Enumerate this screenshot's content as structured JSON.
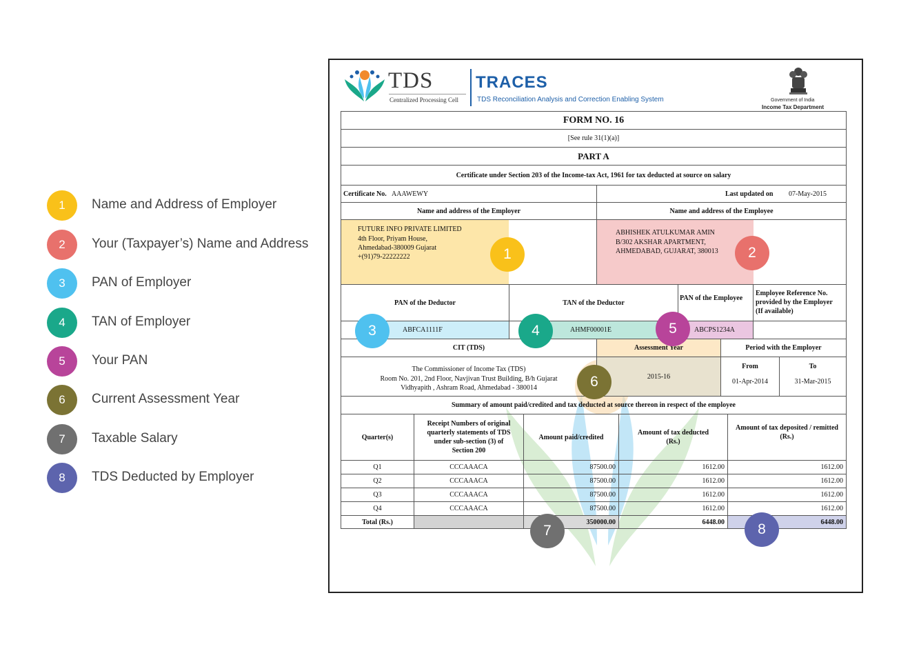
{
  "legend": [
    {
      "num": "1",
      "label": "Name and Address of Employer",
      "color": "#f9c11a"
    },
    {
      "num": "2",
      "label": "Your (Taxpayer’s) Name and Address",
      "color": "#e8716c"
    },
    {
      "num": "3",
      "label": "PAN of Employer",
      "color": "#4fc1ef"
    },
    {
      "num": "4",
      "label": "TAN of Employer",
      "color": "#1aa88a"
    },
    {
      "num": "5",
      "label": "Your PAN",
      "color": "#b8449a"
    },
    {
      "num": "6",
      "label": "Current Assessment Year",
      "color": "#7b7334"
    },
    {
      "num": "7",
      "label": "Taxable Salary",
      "color": "#707070"
    },
    {
      "num": "8",
      "label": "TDS Deducted by Employer",
      "color": "#5d64ad"
    }
  ],
  "header": {
    "tds": "TDS",
    "tds_sub": "Centralized Processing Cell",
    "traces": "TRACES",
    "traces_sub": "TDS Reconciliation Analysis and Correction Enabling System",
    "gov_line1": "Government of India",
    "gov_line2": "Income Tax Department"
  },
  "form": {
    "title": "FORM NO. 16",
    "rule": "[See rule 31(1)(a)]",
    "part": "PART A",
    "certificate_heading": "Certificate under Section 203 of the Income-tax Act, 1961 for tax deducted at source on salary",
    "cert_no_label": "Certificate No.",
    "cert_no": "AAAWEWY",
    "last_updated_label": "Last updated on",
    "last_updated": "07-May-2015",
    "employer_heading": "Name and address of the Employer",
    "employee_heading": "Name and address of the Employee",
    "employer_lines": [
      "FUTURE INFO PRIVATE LIMITED",
      "4th Floor, Priyam House,",
      "Ahmedabad-380009 Gujarat",
      "+(91)79-22222222"
    ],
    "employee_lines": [
      "ABHISHEK ATULKUMAR AMIN",
      "B/302 AKSHAR APARTMENT,",
      "AHMEDABAD, GUJARAT, 380013"
    ],
    "pan_deductor_label": "PAN of the Deductor",
    "tan_deductor_label": "TAN of the Deductor",
    "pan_employee_label": "PAN of the Employee",
    "emp_ref_lines": [
      "Employee Reference No.",
      "provided by the Employer",
      "(If available)"
    ],
    "pan_deductor": "ABFCA1111F",
    "tan_deductor": "AHMF00001E",
    "pan_employee": "ABCPS1234A",
    "cit_label": "CIT (TDS)",
    "ay_label": "Assessment Year",
    "period_label": "Period with the Employer",
    "cit_lines": [
      "The Commissioner of Income Tax (TDS)",
      "Room No. 201, 2nd Floor, Navjivan Trust Building, B/h Gujarat",
      "Vidhyapith , Ashram Road, Ahmedabad - 380014"
    ],
    "ay": "2015-16",
    "from_label": "From",
    "to_label": "To",
    "from": "01-Apr-2014",
    "to": "31-Mar-2015",
    "summary_heading": "Summary of amount paid/credited and tax deducted at source thereon in respect of the employee",
    "col_quarter": "Quarter(s)",
    "col_receipt_lines": [
      "Receipt Numbers of original",
      "quarterly statements of TDS",
      "under sub-section (3) of",
      "Section 200"
    ],
    "col_amount": "Amount paid/credited",
    "col_tax_lines": [
      "Amount of tax deducted",
      "(Rs.)"
    ],
    "col_deposited_lines": [
      "Amount of tax deposited / remitted",
      "(Rs.)"
    ],
    "rows": [
      {
        "q": "Q1",
        "receipt": "CCCAAACA",
        "amount": "87500.00",
        "tax": "1612.00",
        "deposited": "1612.00"
      },
      {
        "q": "Q2",
        "receipt": "CCCAAACA",
        "amount": "87500.00",
        "tax": "1612.00",
        "deposited": "1612.00"
      },
      {
        "q": "Q3",
        "receipt": "CCCAAACA",
        "amount": "87500.00",
        "tax": "1612.00",
        "deposited": "1612.00"
      },
      {
        "q": "Q4",
        "receipt": "CCCAAACA",
        "amount": "87500.00",
        "tax": "1612.00",
        "deposited": "1612.00"
      }
    ],
    "total_label": "Total (Rs.)",
    "total_amount": "350000.00",
    "total_tax": "6448.00",
    "total_deposited": "6448.00"
  }
}
